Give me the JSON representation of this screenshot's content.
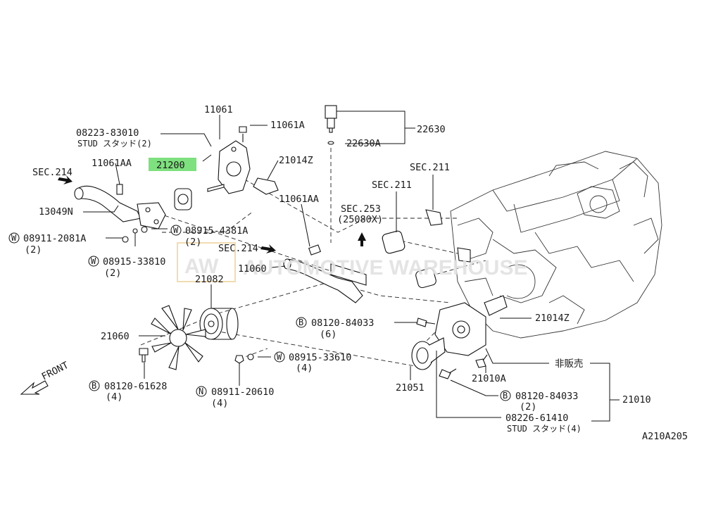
{
  "labels": {
    "p11061": "11061",
    "p11061a": "11061A",
    "p08223": "08223-83010",
    "stud2": "STUD スタッド(2)",
    "p11061aa_1": "11061AA",
    "p21200": "21200",
    "p21014z_1": "21014Z",
    "sec214_1": "SEC.214",
    "p13049n": "13049N",
    "p08911_2081": "08911-2081A",
    "qty2a": "(2)",
    "p08915_4381": "08915-4381A",
    "qty2b": "(2)",
    "p08915_3381": "08915-33810",
    "qty2c": "(2)",
    "p22630": "22630",
    "p22630a": "22630A",
    "sec211_1": "SEC.211",
    "sec211_2": "SEC.211",
    "p11061aa_2": "11061AA",
    "sec253": "SEC.253",
    "p25080x": "(25080X)",
    "sec214_2": "SEC.214",
    "p11060": "11060",
    "p21082": "21082",
    "p21060": "21060",
    "p08120_84033": "08120-84033",
    "qty6": "(6)",
    "p21014z_2": "21014Z",
    "hihanbai": "非販売",
    "p08915_3361": "08915-33610",
    "qty4a": "(4)",
    "p08120_61628": "08120-61628",
    "qty4b": "(4)",
    "p08911_2061": "08911-20610",
    "qty4c": "(4)",
    "p21051": "21051",
    "p21010a": "21010A",
    "p08120_84033b": "08120-84033",
    "qty2d": "(2)",
    "p21010": "21010",
    "p08226": "08226-61410",
    "stud4": "STUD スタッド(4)",
    "front": "FRONT",
    "ref": "A210A205",
    "markW": "W",
    "markB": "B",
    "markN": "N"
  },
  "watermark": {
    "logo": "AW",
    "text": "AUTOMOTIVE WAREHOUSE"
  },
  "highlight_color": "#7ee07e"
}
